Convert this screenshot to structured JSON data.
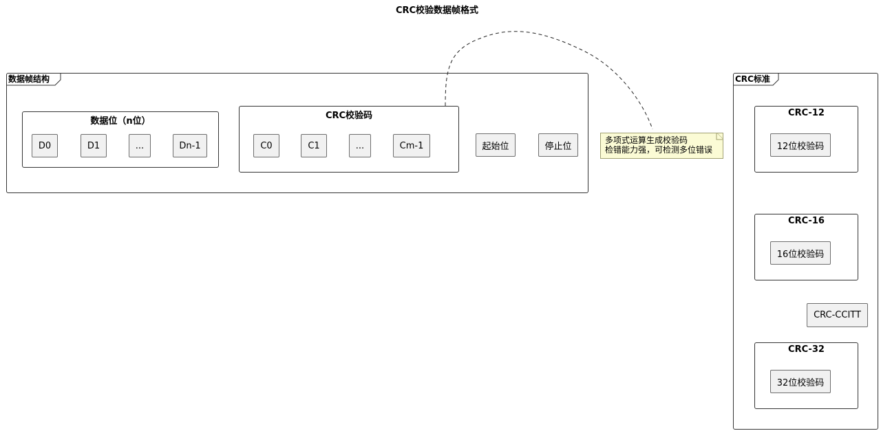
{
  "title": "CRC校验数据帧格式",
  "frame_structure": {
    "label": "数据帧结构",
    "data_bits": {
      "title": "数据位（n位）",
      "items": [
        "D0",
        "D1",
        "...",
        "Dn-1"
      ]
    },
    "crc_code": {
      "title": "CRC校验码",
      "items": [
        "C0",
        "C1",
        "...",
        "Cm-1"
      ]
    },
    "start_bit": "起始位",
    "stop_bit": "停止位"
  },
  "note": {
    "line1": "多项式运算生成校验码",
    "line2": "检错能力强，可检测多位错误"
  },
  "crc_standards": {
    "label": "CRC标准",
    "crc12": {
      "title": "CRC-12",
      "item": "12位校验码"
    },
    "crc16": {
      "title": "CRC-16",
      "item": "16位校验码"
    },
    "ccitt": "CRC-CCITT",
    "crc32": {
      "title": "CRC-32",
      "item": "32位校验码"
    }
  }
}
